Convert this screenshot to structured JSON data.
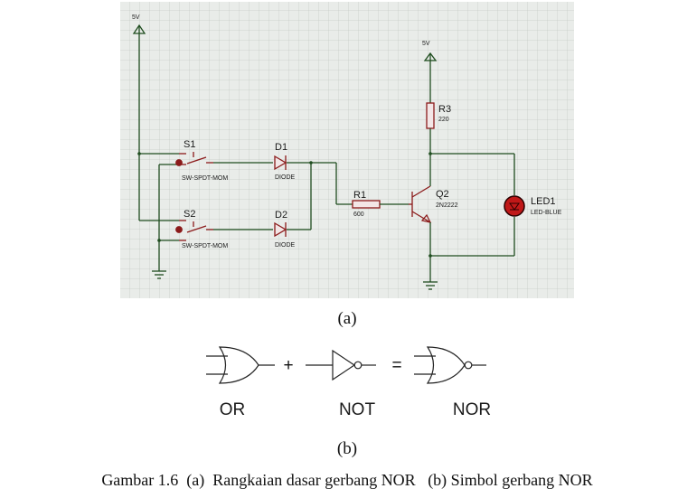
{
  "schematic": {
    "supply_left": "5V",
    "supply_right": "5V",
    "s1": {
      "ref": "S1",
      "part": "SW-SPDT-MOM"
    },
    "s2": {
      "ref": "S2",
      "part": "SW-SPDT-MOM"
    },
    "d1": {
      "ref": "D1",
      "part": "DIODE"
    },
    "d2": {
      "ref": "D2",
      "part": "DIODE"
    },
    "r1": {
      "ref": "R1",
      "value": "600"
    },
    "r3": {
      "ref": "R3",
      "value": "220"
    },
    "q2": {
      "ref": "Q2",
      "part": "2N2222"
    },
    "led1": {
      "ref": "LED1",
      "part": "LED-BLUE"
    }
  },
  "caption_a": "(a)",
  "gates": {
    "or_label": "OR",
    "not_label": "NOT",
    "nor_label": "NOR",
    "plus": "+",
    "equals": "="
  },
  "caption_b": "(b)",
  "figure_caption": "Gambar 1.6  (a)  Rangkaian dasar gerbang NOR   (b) Simbol gerbang NOR",
  "colors": {
    "grid_bg": "#e9ece9",
    "grid_line": "#c5cbc5",
    "wire": "#1f4d1f",
    "component": "#8b1a1a",
    "led_fill": "#c01818"
  }
}
